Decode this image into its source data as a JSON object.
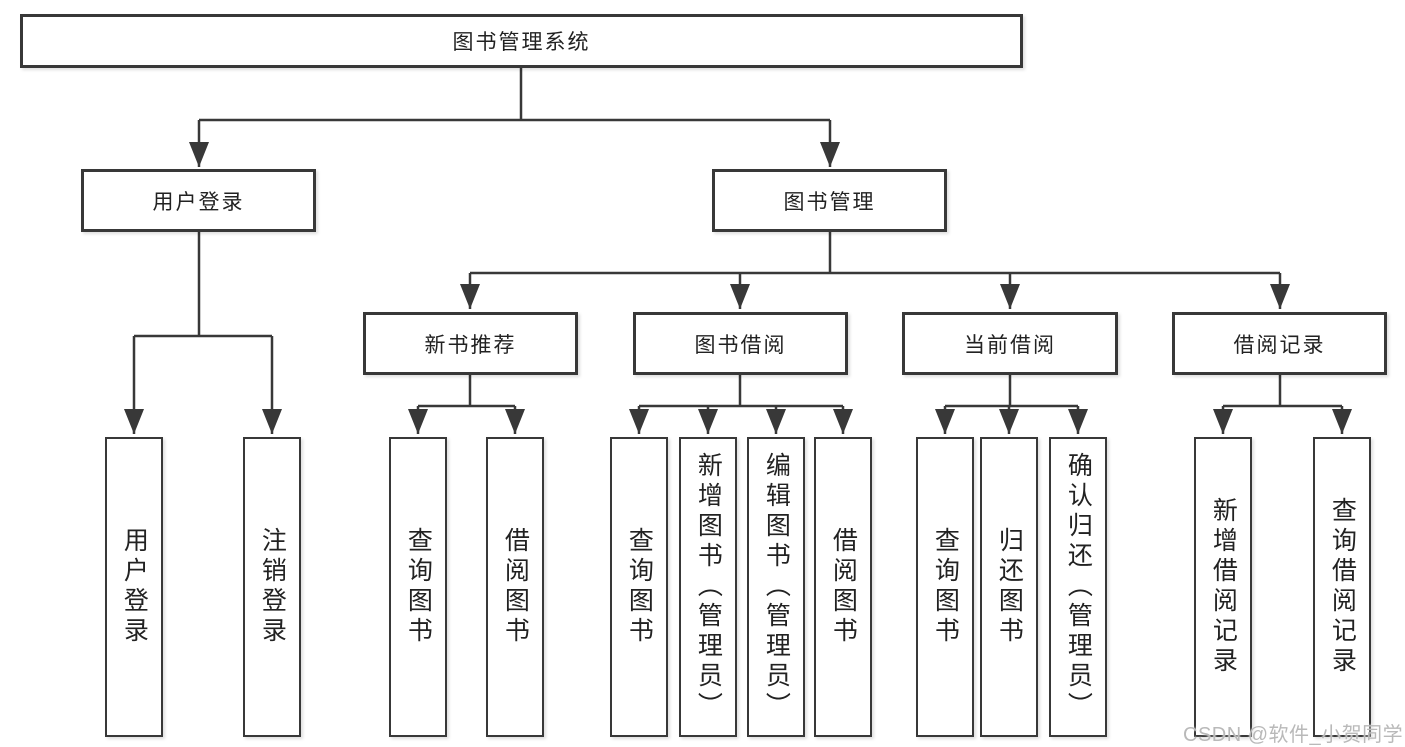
{
  "tree": {
    "label": "图书管理系统",
    "children": [
      {
        "label": "用户登录",
        "children": [
          {
            "label": "用户登录"
          },
          {
            "label": "注销登录"
          }
        ]
      },
      {
        "label": "图书管理",
        "children": [
          {
            "label": "新书推荐",
            "children": [
              {
                "label": "查询图书"
              },
              {
                "label": "借阅图书"
              }
            ]
          },
          {
            "label": "图书借阅",
            "children": [
              {
                "label": "查询图书"
              },
              {
                "label": "新增图书（管理员）"
              },
              {
                "label": "编辑图书（管理员）"
              },
              {
                "label": "借阅图书"
              }
            ]
          },
          {
            "label": "当前借阅",
            "children": [
              {
                "label": "查询图书"
              },
              {
                "label": "归还图书"
              },
              {
                "label": "确认归还（管理员）"
              }
            ]
          },
          {
            "label": "借阅记录",
            "children": [
              {
                "label": "新增借阅记录"
              },
              {
                "label": "查询借阅记录"
              }
            ]
          }
        ]
      }
    ]
  },
  "watermark": {
    "text": "CSDN @软件_小贺同学"
  },
  "colors": {
    "line": "#383838",
    "text": "#222222",
    "background": "#ffffff",
    "watermark": "#b9b9b9"
  }
}
